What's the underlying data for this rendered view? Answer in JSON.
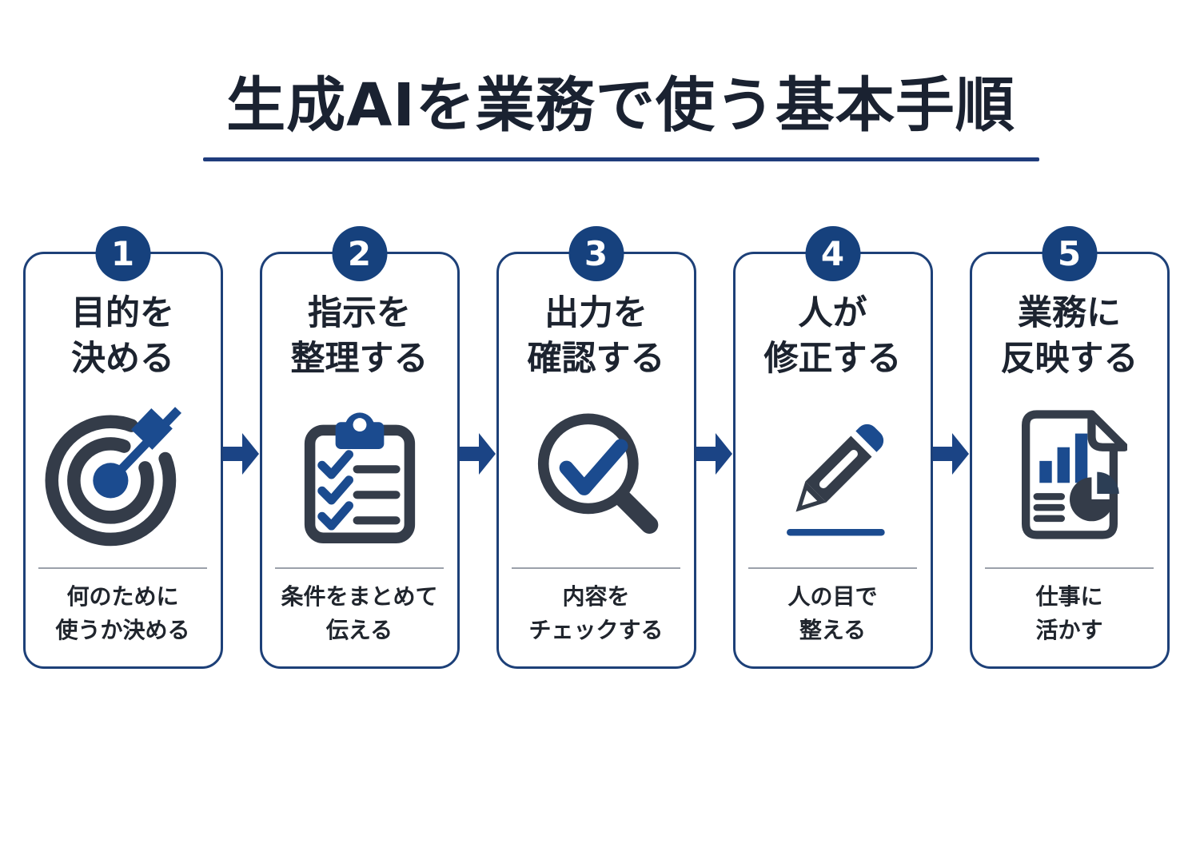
{
  "header": {
    "title": "生成AIを業務で使う基本手順"
  },
  "steps": [
    {
      "number": "1",
      "title_line1": "目的を",
      "title_line2": "決める",
      "icon": "target-icon",
      "desc_line1": "何のために",
      "desc_line2": "使うか決める"
    },
    {
      "number": "2",
      "title_line1": "指示を",
      "title_line2": "整理する",
      "icon": "checklist-clipboard-icon",
      "desc_line1": "条件をまとめて",
      "desc_line2": "伝える"
    },
    {
      "number": "3",
      "title_line1": "出力を",
      "title_line2": "確認する",
      "icon": "magnifier-check-icon",
      "desc_line1": "内容を",
      "desc_line2": "チェックする"
    },
    {
      "number": "4",
      "title_line1": "人が",
      "title_line2": "修正する",
      "icon": "pencil-icon",
      "desc_line1": "人の目で",
      "desc_line2": "整える"
    },
    {
      "number": "5",
      "title_line1": "業務に",
      "title_line2": "反映する",
      "icon": "report-document-icon",
      "desc_line1": "仕事に",
      "desc_line2": "活かす"
    }
  ],
  "flow": {
    "arrow_icon": "right-flow-arrow-icon",
    "arrow_count": 4
  },
  "colors": {
    "navy": "#16417d",
    "accent": "#1b4b8f",
    "slate": "#343c49",
    "pie_wedge": "#2c3e55",
    "divider_gray": "#9ba1aa",
    "title_text": "#1a2231",
    "body_text": "#20252d",
    "background": "#ffffff"
  }
}
